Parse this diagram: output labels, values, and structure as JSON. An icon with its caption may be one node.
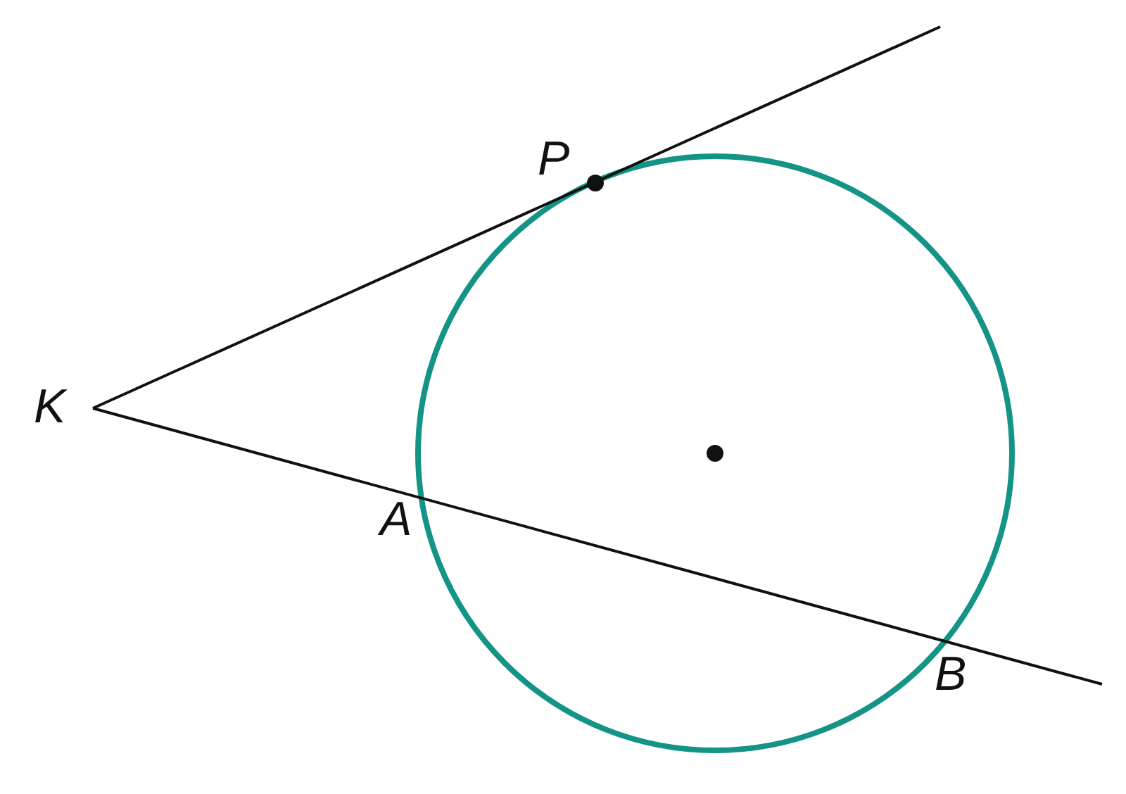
{
  "diagram": {
    "labels": [
      "P",
      "K",
      "A",
      "B"
    ]
  }
}
